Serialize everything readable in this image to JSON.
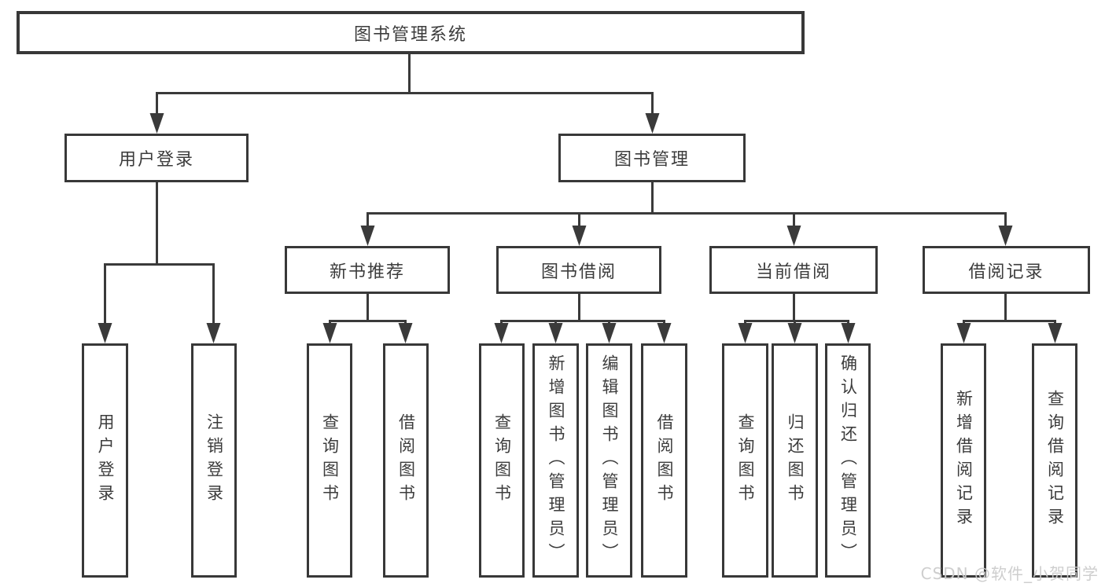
{
  "diagram": {
    "title": "图书管理系统",
    "root": {
      "label": "图书管理系统"
    },
    "level2": [
      {
        "id": "user-login",
        "label": "用户登录",
        "parent": "图书管理系统"
      },
      {
        "id": "book-management",
        "label": "图书管理",
        "parent": "图书管理系统"
      }
    ],
    "level3": [
      {
        "id": "new-book-recommend",
        "label": "新书推荐",
        "parent": "图书管理"
      },
      {
        "id": "book-borrowing",
        "label": "图书借阅",
        "parent": "图书管理"
      },
      {
        "id": "current-borrowing",
        "label": "当前借阅",
        "parent": "图书管理"
      },
      {
        "id": "borrowing-records",
        "label": "借阅记录",
        "parent": "图书管理"
      }
    ],
    "leaves": [
      {
        "id": "leaf-user-login",
        "label": "用户登录",
        "parent": "用户登录"
      },
      {
        "id": "leaf-logout",
        "label": "注销登录",
        "parent": "用户登录"
      },
      {
        "id": "leaf-query-books-recommend",
        "label": "查询图书",
        "parent": "新书推荐"
      },
      {
        "id": "leaf-borrow-books-recommend",
        "label": "借阅图书",
        "parent": "新书推荐"
      },
      {
        "id": "leaf-query-books-borrowing",
        "label": "查询图书",
        "parent": "图书借阅"
      },
      {
        "id": "leaf-add-books-admin",
        "label": "新增图书（管理员）",
        "parent": "图书借阅"
      },
      {
        "id": "leaf-edit-books-admin",
        "label": "编辑图书（管理员）",
        "parent": "图书借阅"
      },
      {
        "id": "leaf-borrow-books-borrowing",
        "label": "借阅图书",
        "parent": "图书借阅"
      },
      {
        "id": "leaf-query-books-current",
        "label": "查询图书",
        "parent": "当前借阅"
      },
      {
        "id": "leaf-return-books",
        "label": "归还图书",
        "parent": "当前借阅"
      },
      {
        "id": "leaf-confirm-return-admin",
        "label": "确认归还（管理员）",
        "parent": "当前借阅"
      },
      {
        "id": "leaf-add-borrow-record",
        "label": "新增借阅记录",
        "parent": "借阅记录"
      },
      {
        "id": "leaf-query-borrow-record",
        "label": "查询借阅记录",
        "parent": "借阅记录"
      }
    ]
  },
  "colors": {
    "line": "#3a3a3a",
    "border": "#383838",
    "text": "#3c3c3c",
    "background": "#ffffff",
    "watermark": "#cbcbcb"
  },
  "watermark": {
    "text": "CSDN @软件_小贺同学"
  }
}
